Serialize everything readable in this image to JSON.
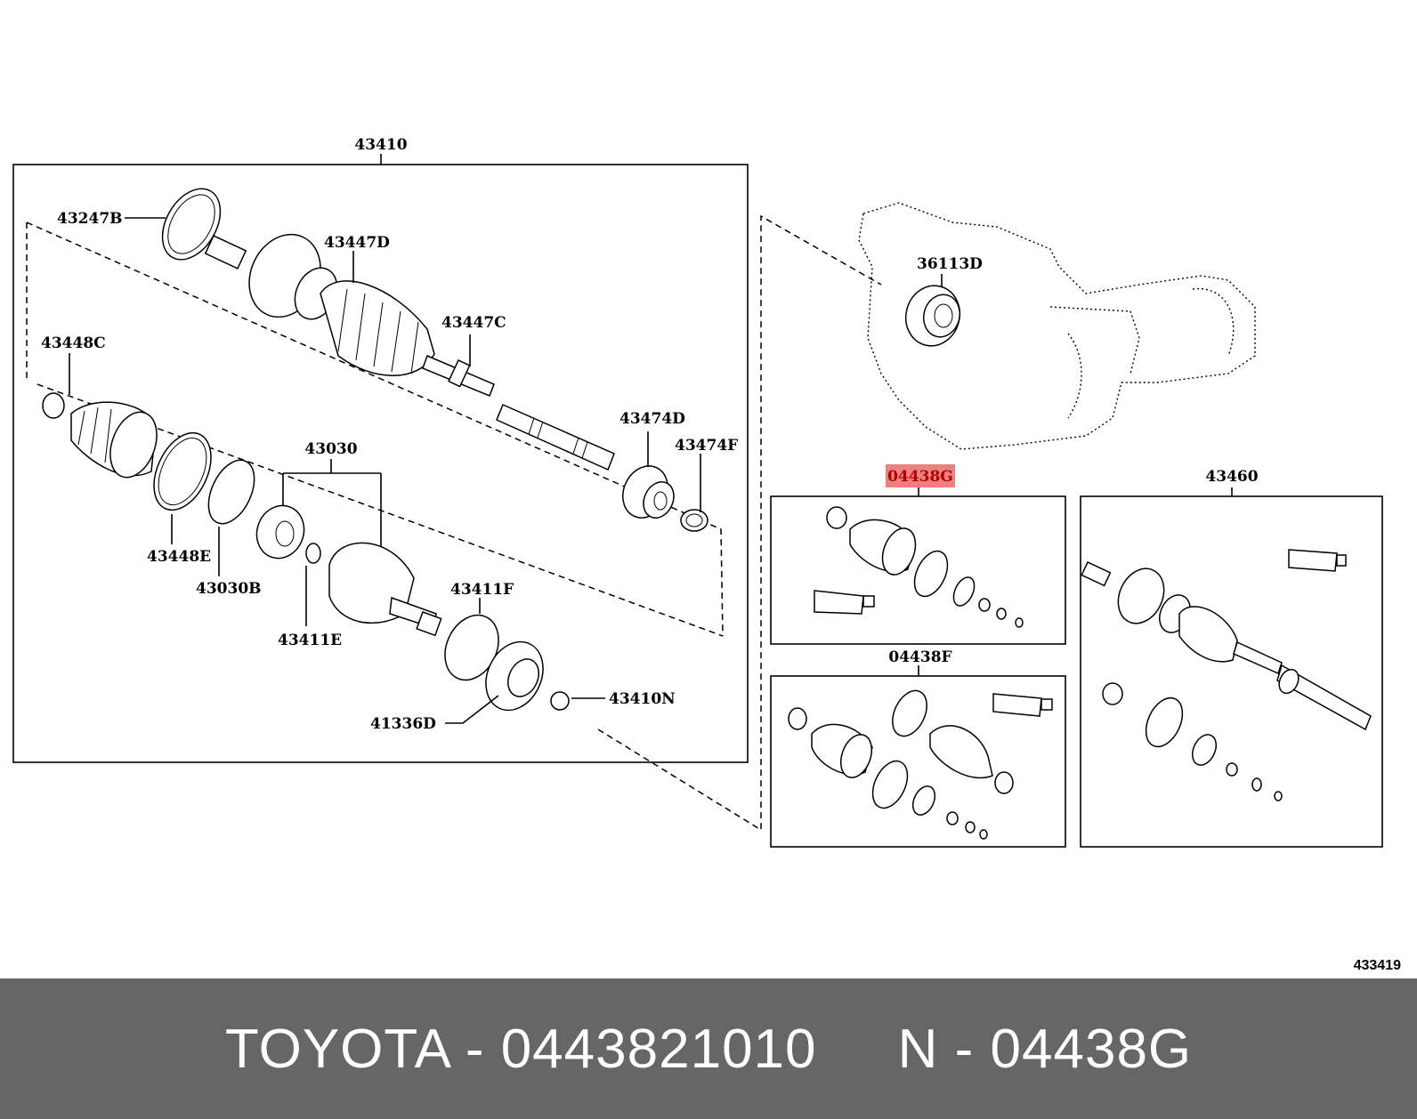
{
  "diagram": {
    "labels": {
      "l43410": "43410",
      "l43247B": "43247B",
      "l43447D": "43447D",
      "l43447C": "43447C",
      "l43448C": "43448C",
      "l43474D": "43474D",
      "l43474F": "43474F",
      "l43030": "43030",
      "l43448E": "43448E",
      "l43030B": "43030B",
      "l43411F": "43411F",
      "l43411E": "43411E",
      "l43410N": "43410N",
      "l41336D": "41336D",
      "l36113D": "36113D",
      "l04438G": "04438G",
      "l43460": "43460",
      "l04438F": "04438F"
    },
    "highlight_label": "04438G",
    "highlight_color": "#f08080",
    "diagram_id": "433419"
  },
  "footer": {
    "text": "TOYOTA - 0443821010     N - 04438G"
  }
}
